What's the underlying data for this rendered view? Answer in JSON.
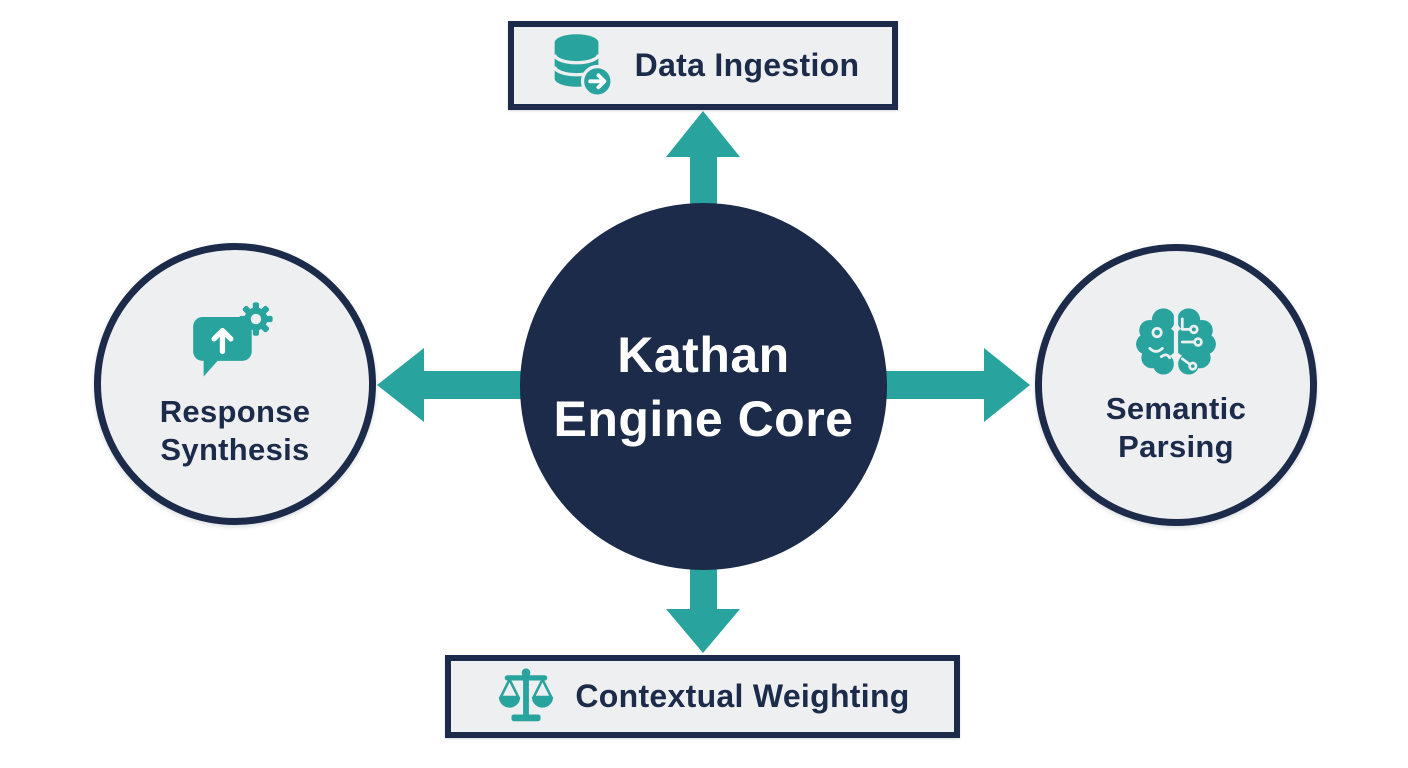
{
  "center": {
    "line1": "Kathan",
    "line2": "Engine Core"
  },
  "nodes": {
    "top": {
      "label": "Data Ingestion",
      "icon": "database-export-icon"
    },
    "right": {
      "line1": "Semantic",
      "line2": "Parsing",
      "icon": "brain-circuit-icon"
    },
    "bottom": {
      "label": "Contextual Weighting",
      "icon": "balance-scale-icon"
    },
    "left": {
      "line1": "Response",
      "line2": "Synthesis",
      "icon": "chat-bubble-gear-icon"
    }
  },
  "colors": {
    "navy": "#1c2b4a",
    "teal": "#28a39d",
    "node_fill": "#edeff1",
    "background": "#ffffff",
    "center_text": "#ffffff"
  }
}
